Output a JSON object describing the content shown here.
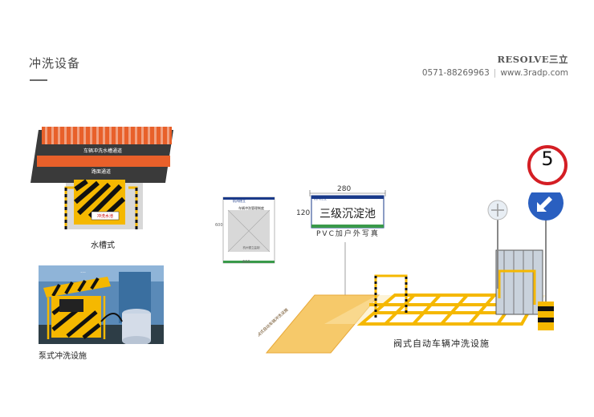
{
  "header": {
    "title": "冲洗设备",
    "brand_name": "RESOLVE三立",
    "phone": "0571-88269963",
    "website": "www.3radp.com"
  },
  "captions": {
    "trough": "水槽式",
    "pump": "泵式冲洗设施",
    "valve": "阀式自动车辆冲洗设施",
    "pvc": "PVC加户外写真"
  },
  "sign": {
    "text": "三级沉淀池",
    "width_label": "280",
    "height_label": "120",
    "logo": "杭州德立"
  },
  "notice_board": {
    "logo": "杭州德立",
    "title": "车辆冲洗管理制度",
    "footer": "杭州德立监制",
    "dim_left": "600",
    "dim_bottom": "600"
  },
  "speed_sign": {
    "value": "5"
  },
  "trough_illustration": {
    "lane_text": "车辆冲洗水槽通道",
    "road_text": "路面通道",
    "board_text": "冲洗水池"
  },
  "pump_photo": {
    "label": "…"
  },
  "ground_text": "阀式自动车辆冲洗设施",
  "colors": {
    "yellow": "#f5b800",
    "ground_yellow": "#f6c96a",
    "blue_sign": "#2a5fc0",
    "red_ring": "#d41e24",
    "orange_barrier": "#e8602a"
  }
}
